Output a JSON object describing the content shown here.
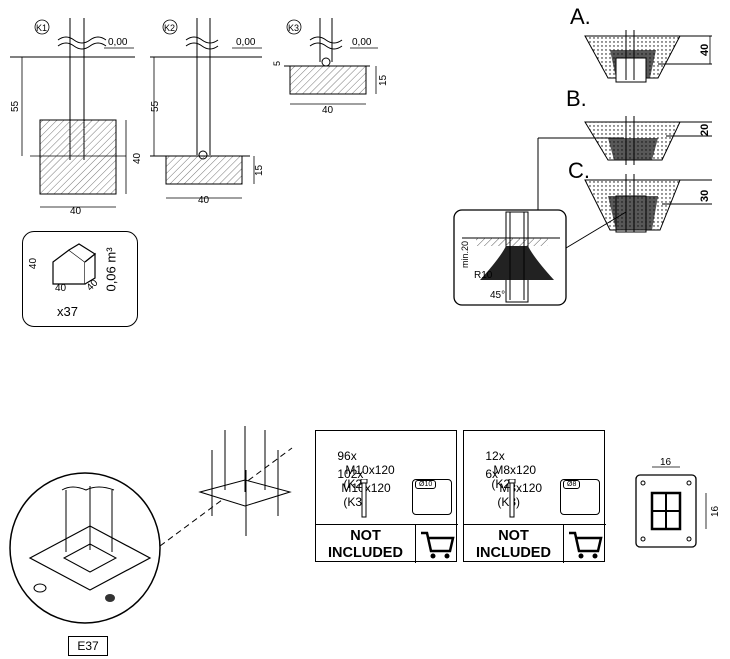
{
  "foundations": {
    "k1": {
      "label": "K1",
      "level": "0,00",
      "depth": "55",
      "block_height": "40",
      "block_width": "40"
    },
    "k2": {
      "label": "K2",
      "level": "0,00",
      "depth": "55",
      "slab_height": "15",
      "slab_width": "40"
    },
    "k3": {
      "label": "K3",
      "level": "0,00",
      "offset": "5",
      "slab_height": "15",
      "slab_width": "40"
    }
  },
  "volume_card": {
    "dim_h": "40",
    "dim_w": "40",
    "dim_d": "40",
    "volume": "0,06 m³",
    "count": "x37"
  },
  "variants": [
    {
      "label": "A.",
      "dim": "40"
    },
    {
      "label": "B.",
      "dim": "20"
    },
    {
      "label": "C.",
      "dim": "30"
    }
  ],
  "detail": {
    "min": "min.20",
    "radius": "R10",
    "angle": "45°"
  },
  "anchor_label": "E37",
  "bolts_m10": {
    "line1": {
      "qty": "96x",
      "size": "M10x120",
      "type": "(K2)"
    },
    "line2": {
      "qty": "102x",
      "size": "M10x120",
      "type": "(K3)"
    },
    "drill": "Ø10",
    "not_included": "NOT INCLUDED"
  },
  "bolts_m8": {
    "line1": {
      "qty": "12x",
      "size": "M8x120",
      "type": "(K2)"
    },
    "line2": {
      "qty": "6x",
      "size": "M8x120",
      "type": "(K3)"
    },
    "drill": "Ø8",
    "not_included": "NOT INCLUDED"
  },
  "plate": {
    "dim_x": "16",
    "dim_y": "16"
  }
}
